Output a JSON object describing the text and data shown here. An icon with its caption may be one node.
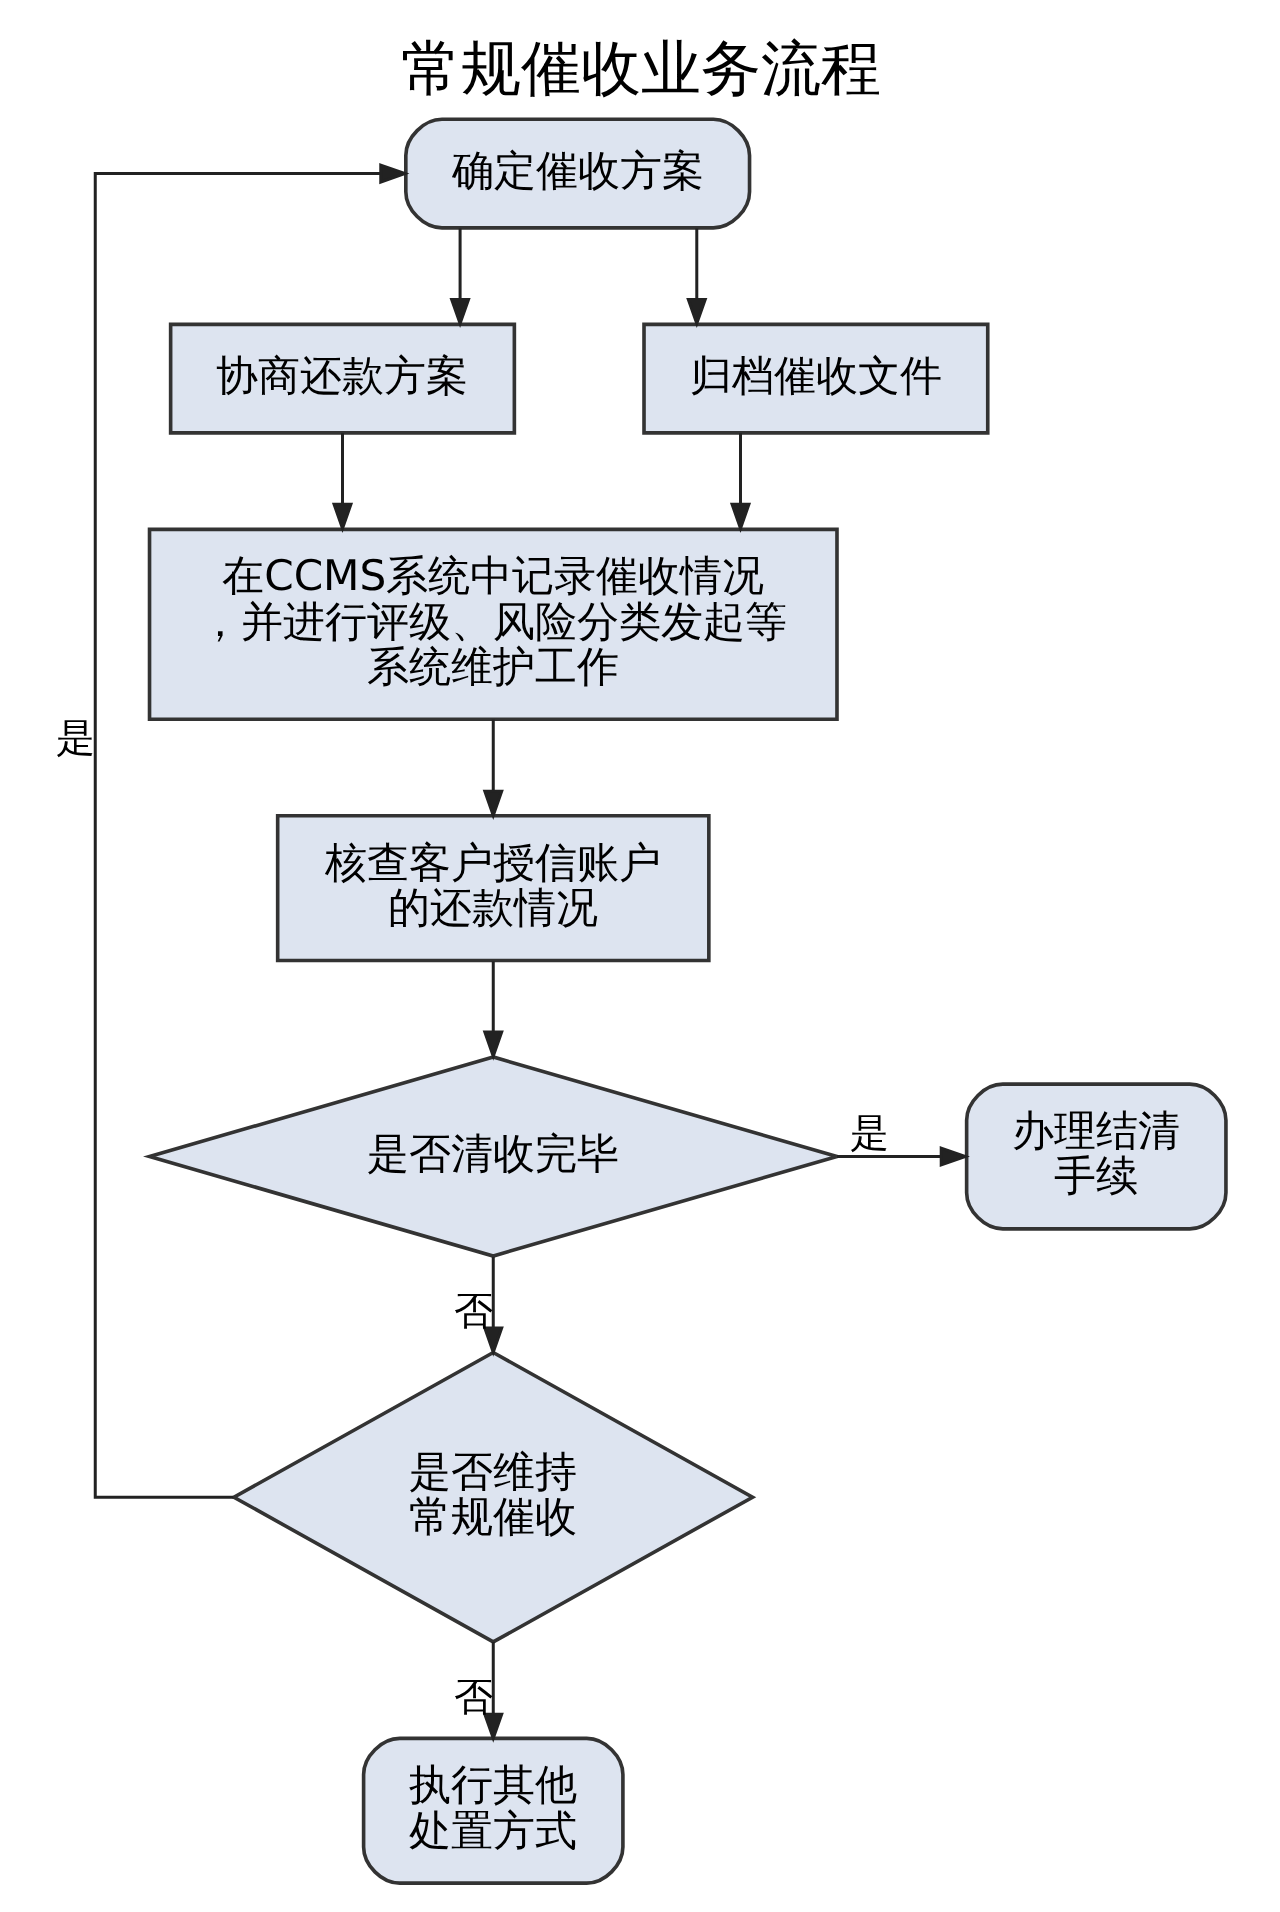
{
  "diagram": {
    "title": "常规催收业务流程",
    "nodes": [
      {
        "text": [
          "确定催收方案"
        ]
      },
      {
        "text": [
          "协商还款方案"
        ]
      },
      {
        "text": [
          "归档催收文件"
        ]
      },
      {
        "text": [
          "在CCMS系统中记录催收情况，并进行评级、风险分类发起等系统维护工作"
        ]
      },
      {
        "text": [
          "核查客户授信账户的还款情况"
        ]
      },
      {
        "text": [
          "是否清收完毕"
        ]
      },
      {
        "text": [
          "办理结清手续"
        ]
      },
      {
        "text": [
          "是否维持常规催收"
        ]
      },
      {
        "text": [
          "执行其他处置方式"
        ]
      }
    ],
    "edges": [
      {
        "from": 0,
        "to": 1,
        "arrow": "to"
      },
      {
        "from": 0,
        "to": 2,
        "arrow": "to"
      },
      {
        "from": 1,
        "to": 3,
        "arrow": "to"
      },
      {
        "from": 2,
        "to": 3,
        "arrow": "to"
      },
      {
        "from": 3,
        "to": 4,
        "arrow": "to"
      },
      {
        "from": 4,
        "to": 5,
        "arrow": "to"
      },
      {
        "from": 5,
        "to": 6,
        "arrow": "to",
        "label": "是"
      },
      {
        "from": 5,
        "to": 7,
        "arrow": "to",
        "label": "否"
      },
      {
        "from": 7,
        "to": 0,
        "arrow": "to",
        "label": "是"
      },
      {
        "from": 7,
        "to": 8,
        "arrow": "to",
        "label": "否"
      }
    ]
  }
}
